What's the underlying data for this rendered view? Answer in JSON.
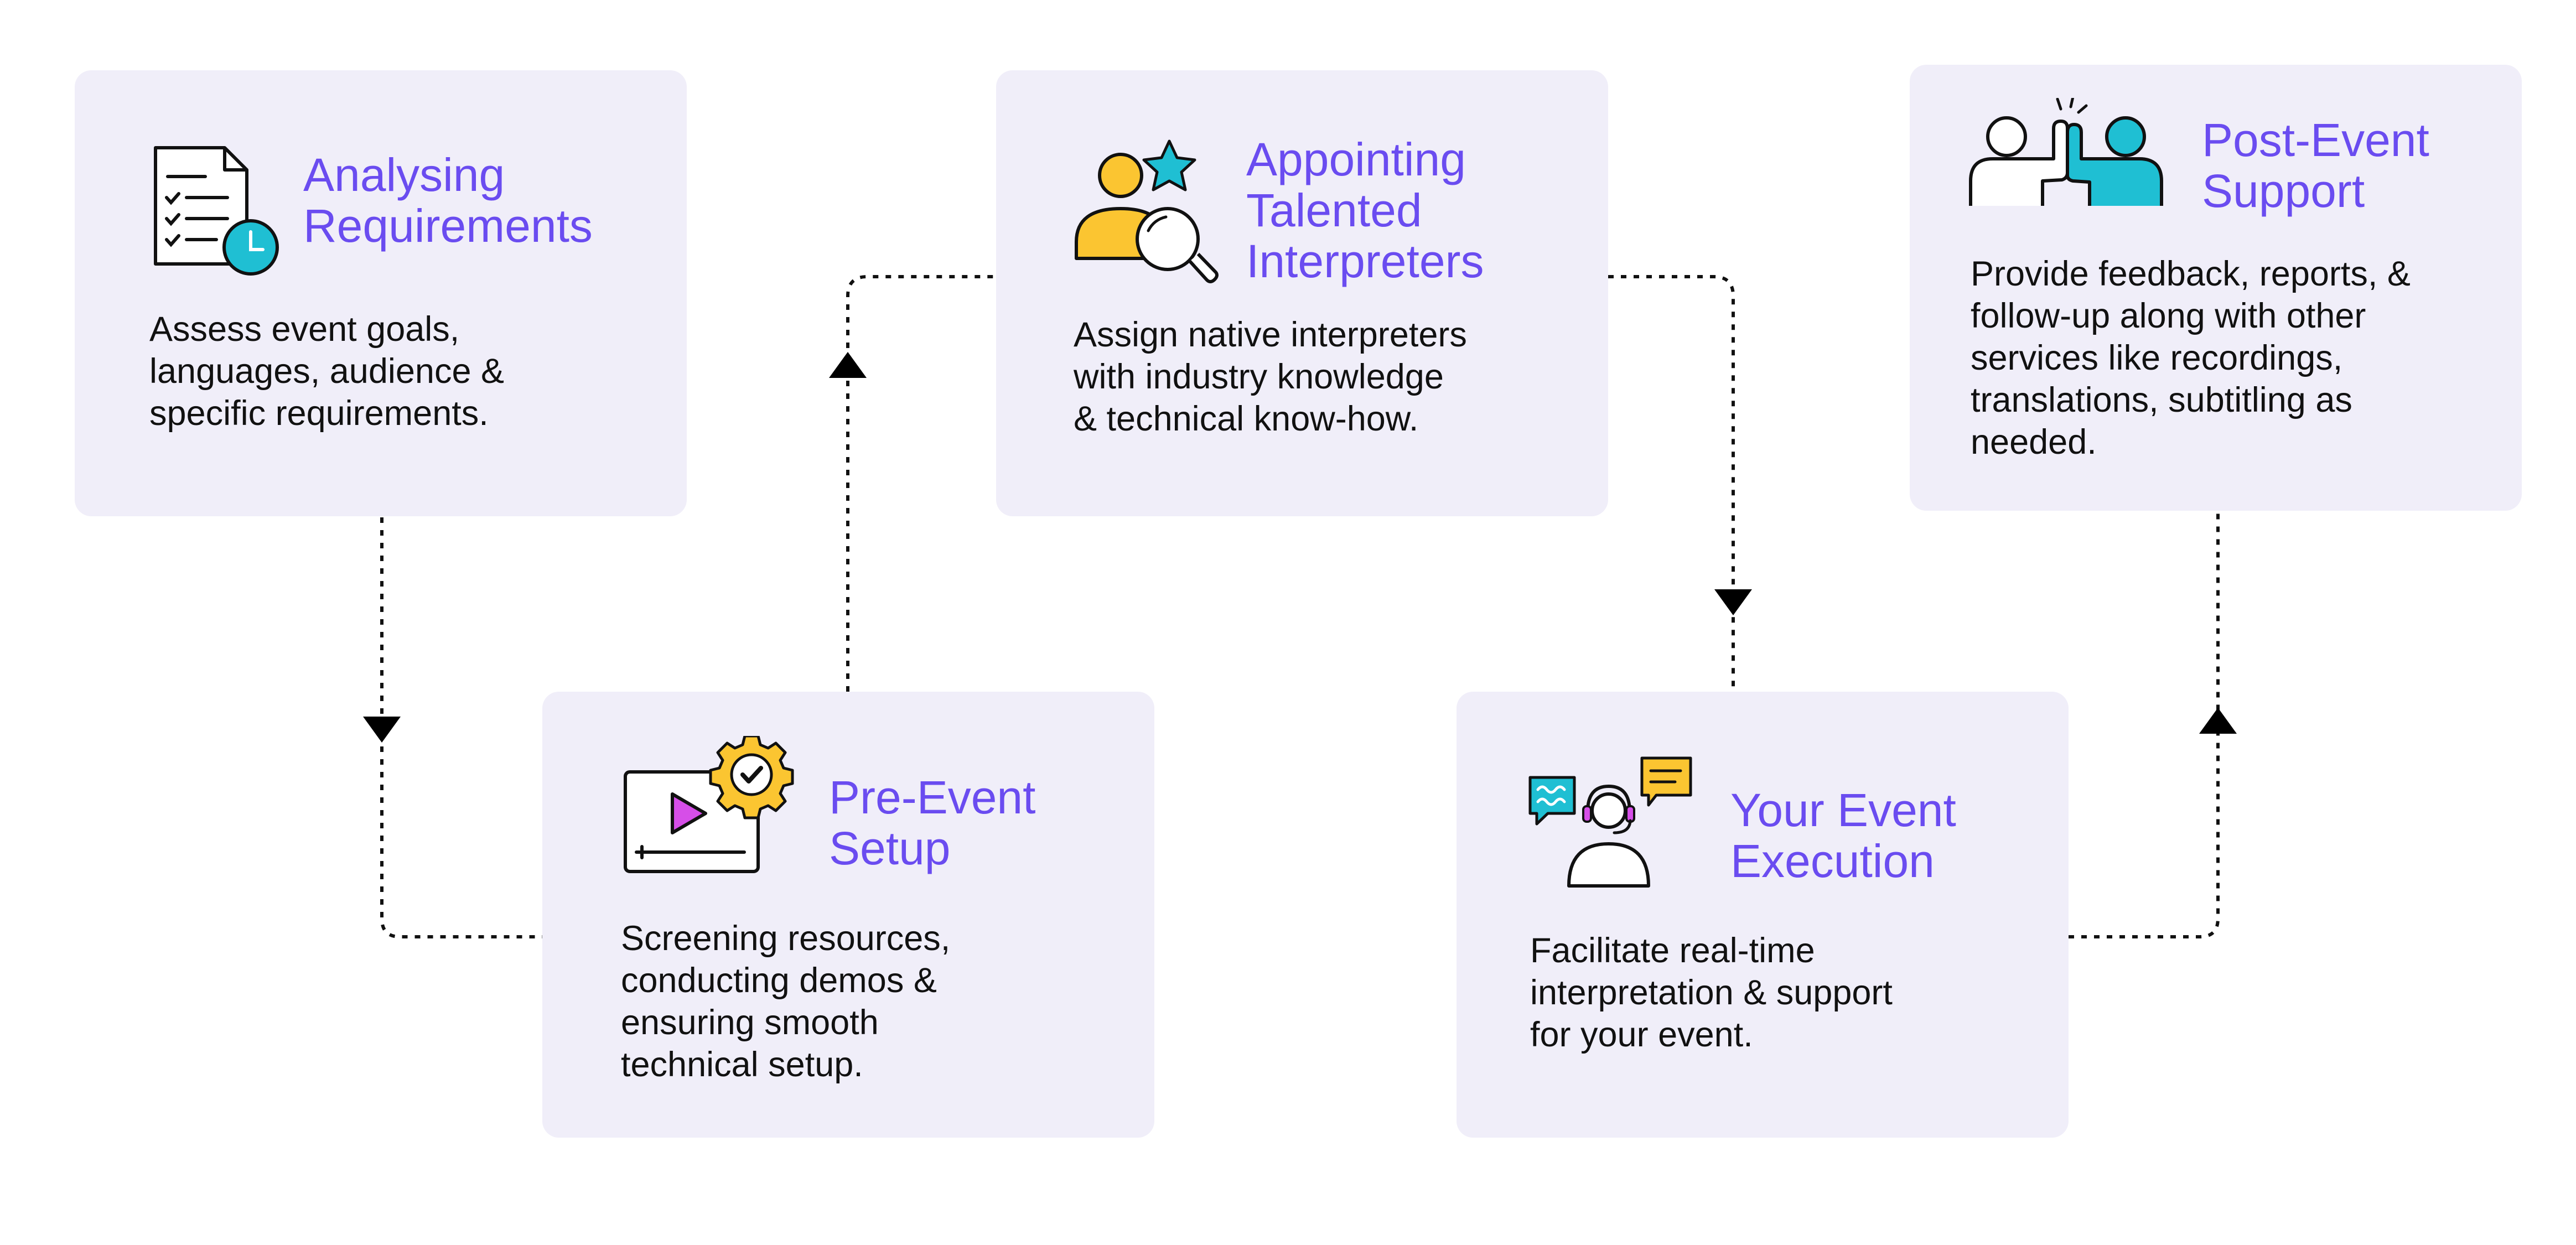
{
  "steps": [
    {
      "title": "Analysing\nRequirements",
      "description": "Assess event goals,\nlanguages, audience &\nspecific requirements.",
      "icon": "document-checklist-clock-icon"
    },
    {
      "title": "Pre-Event\nSetup",
      "description": "Screening resources,\nconducting demos &\nensuring smooth\ntechnical setup.",
      "icon": "video-player-gear-icon"
    },
    {
      "title": "Appointing\nTalented\nInterpreters",
      "description": "Assign native interpreters\nwith industry knowledge\n& technical know-how.",
      "icon": "person-star-magnifier-icon"
    },
    {
      "title": "Your Event\nExecution",
      "description": "Facilitate real-time\ninterpretation & support\nfor your event.",
      "icon": "headset-agent-chat-icon"
    },
    {
      "title": "Post-Event\nSupport",
      "description": "Provide feedback, reports, &\nfollow-up along with other\nservices like recordings,\ntranslations, subtitling as\nneeded.",
      "icon": "high-five-icon"
    }
  ],
  "colors": {
    "card_background": "#f0eef9",
    "title": "#6a4cf0",
    "text": "#111111",
    "accent_yellow": "#fbc531",
    "accent_cyan": "#1fbfd3",
    "accent_magenta": "#d64ee8"
  }
}
